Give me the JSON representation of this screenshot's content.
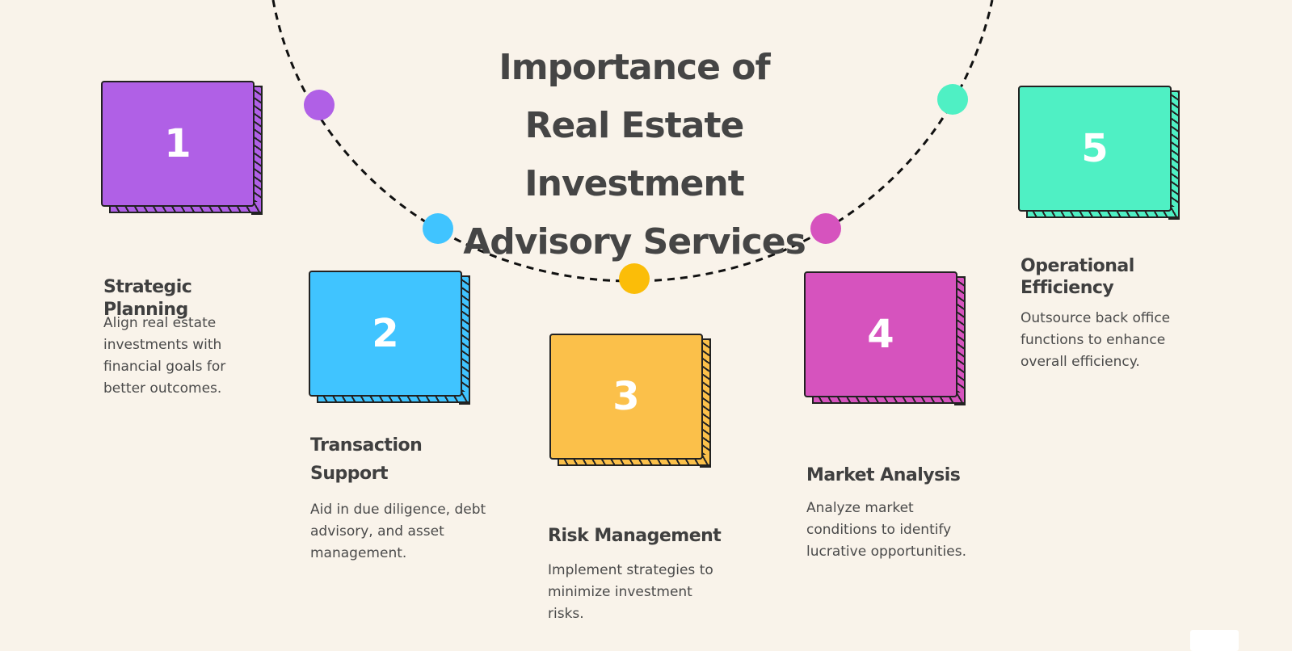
{
  "title": "Importance of Real Estate Investment Advisory Services",
  "colors": {
    "purple": "#b060e6",
    "blue": "#40c4ff",
    "yellow": "#fbc04a",
    "pink": "#d653be",
    "green": "#4ff0c4",
    "gold": "#fbbd08"
  },
  "steps": [
    {
      "number": "1",
      "heading": "Strategic Planning",
      "description": "Align real estate investments with financial goals for better outcomes."
    },
    {
      "number": "2",
      "heading": "Transaction Support",
      "description": "Aid in due diligence, debt advisory, and asset management."
    },
    {
      "number": "3",
      "heading": "Risk Management",
      "description": "Implement strategies to minimize investment risks."
    },
    {
      "number": "4",
      "heading": "Market Analysis",
      "description": "Analyze market conditions to identify lucrative opportunities."
    },
    {
      "number": "5",
      "heading": "Operational Efficiency",
      "description": "Outsource back office functions to enhance overall efficiency."
    }
  ]
}
